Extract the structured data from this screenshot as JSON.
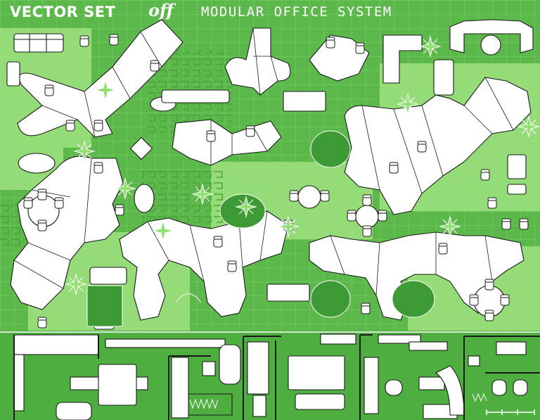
{
  "header": {
    "label_left": "VECTOR SET",
    "label_mid": "off",
    "label_right": "MODULAR OFFICE SYSTEM"
  },
  "colors": {
    "background": "#5cb84a",
    "light_zone": "#9be07e",
    "dark_zone": "#3e9a34",
    "grid": "#7ccf6a",
    "furniture": "#ffffff",
    "outline": "#1a1a1a",
    "plant": "#6fd05a"
  },
  "icons": [
    "cluster-workstation",
    "round-table",
    "sofa",
    "office-chair",
    "potted-plant",
    "floor-plan-room"
  ]
}
